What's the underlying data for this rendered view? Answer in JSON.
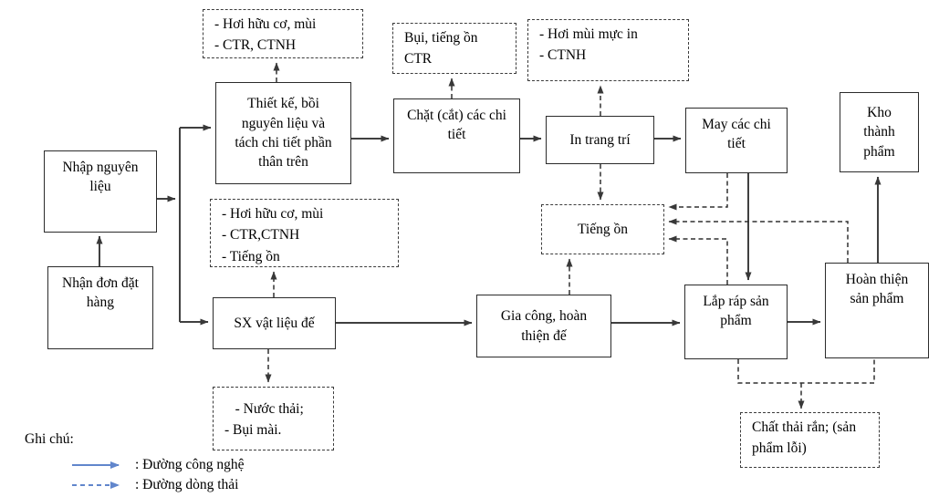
{
  "nodes": {
    "nhap_nguyen_lieu": "Nhập nguyên\nliệu",
    "nhan_don_dat_hang": "Nhận đơn đặt\nhàng",
    "thiet_ke": "Thiết kế, bồi\nnguyên liệu và\ntách chi tiết phần\nthân trên",
    "chat_cat": "Chặt (cắt) các chi\ntiết",
    "in_trang_tri": "In trang trí",
    "may_chi_tiet": "May các chi\ntiết",
    "kho_thanh_pham": "Kho\nthành\nphẩm",
    "sx_vat_lieu_de": "SX vật liệu đế",
    "gia_cong": "Gia công, hoàn\nthiện đế",
    "lap_rap": "Lắp ráp sản\nphẩm",
    "hoan_thien": "Hoàn thiện\nsản phẩm"
  },
  "waste": {
    "huu_co_1": "- Hơi hữu cơ, mùi\n- CTR, CTNH",
    "bui_tieng_on": "Bụi, tiếng ồn\nCTR",
    "muc_in": "- Hơi mùi mực in\n- CTNH",
    "huu_co_2": "- Hơi hữu cơ, mùi\n- CTR,CTNH\n- Tiếng ồn",
    "tieng_on": "Tiếng ồn",
    "nuoc_thai": "   - Nước thải;\n- Bụi mài.",
    "chat_thai_ran": "Chất thải rắn; (sản\nphẩm lỗi)"
  },
  "legend": {
    "heading": "Ghi chú:",
    "items": [
      {
        "style": "solid",
        "label": ": Đường công nghệ"
      },
      {
        "style": "dashed",
        "label": ": Đường dòng thải"
      }
    ]
  },
  "colors": {
    "process_arrow": "#404040",
    "waste_arrow": "#303030",
    "legend_arrow": "#6186cc",
    "box_border": "#2b2b2b"
  }
}
